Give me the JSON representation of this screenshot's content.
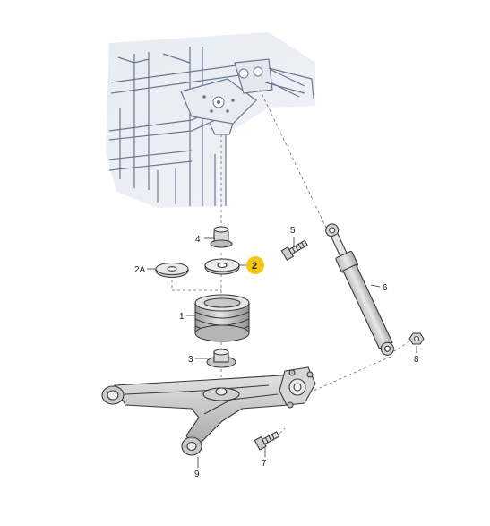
{
  "diagram": {
    "highlight_color": "#f5c518",
    "frame_tint": "#dfe5ee",
    "part_fill": "#d6d6d6",
    "callouts": [
      {
        "key": "c4",
        "label": "4"
      },
      {
        "key": "c2",
        "label": "2"
      },
      {
        "key": "c2a",
        "label": "2A"
      },
      {
        "key": "c1",
        "label": "1"
      },
      {
        "key": "c3",
        "label": "3"
      },
      {
        "key": "c5",
        "label": "5"
      },
      {
        "key": "c6",
        "label": "6"
      },
      {
        "key": "c7",
        "label": "7"
      },
      {
        "key": "c8",
        "label": "8"
      },
      {
        "key": "c9",
        "label": "9"
      }
    ],
    "highlighted_callout": "2"
  }
}
